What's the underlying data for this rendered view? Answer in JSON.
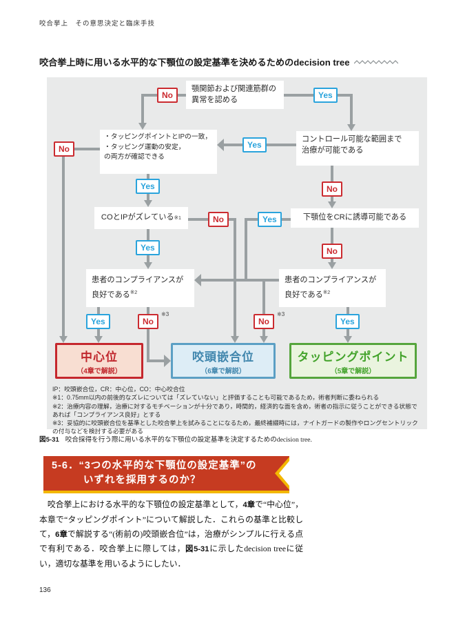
{
  "page": {
    "running_header": "咬合挙上　その意思決定と臨床手技",
    "page_number": "136"
  },
  "figure": {
    "title": "咬合挙上時に用いる水平的な下顎位の設定基準を決めるためのdecision tree",
    "caption": {
      "label": "図5-31",
      "text": "咬合採得を行う際に用いる水平的な下顎位の設定基準を決定するためのdecision tree."
    },
    "flowchart": {
      "yes_label": "Yes",
      "no_label": "No",
      "note1_sup": "※1",
      "note2_sup": "※2",
      "note3_sup": "※3",
      "nodes": {
        "tmj": "顎関節および関連筋群の\n異常を認める",
        "tapping_check": "・タッピングポイントとIPの一致，\n・タッピング運動の安定，\nの両方が確認できる",
        "control": "コントロール可能な範囲まで\n治療が可能である",
        "co_ip": "COとIPがズレている",
        "cr_guide": "下顎位をCRに誘導可能である",
        "compliance": "患者のコンプライアンスが\n良好である"
      },
      "results": [
        {
          "label": "中心位",
          "sub": "（4章で解説）"
        },
        {
          "label": "咬頭嵌合位",
          "sub": "（6章で解説）"
        },
        {
          "label": "タッピングポイント",
          "sub": "（5章で解説）"
        }
      ],
      "notes": [
        "IP：咬頭嵌合位，CR：中心位，CO：中心咬合位",
        "※1：0.75mm以内の前後的なズレについては「ズレていない」と評価することも可能であるため，術者判断に委ねられる",
        "※2：治療内容の理解，治療に対するモチベーションが十分であり，時間的，経済的な面を含め，術者の指示に従うことができる状態であれば「コンプライアンス良好」とする",
        "※3：妥協的に咬頭嵌合位を基準とした咬合挙上を試みることになるため，最終補綴時には，ナイトガードの製作やロングセントリックの付与などを検討する必要がある"
      ]
    }
  },
  "section": {
    "heading_line1": "5-6．“3つの水平的な下顎位の設定基準”の",
    "heading_line2": "いずれを採用するのか？"
  },
  "body": {
    "segments": [
      {
        "t": "　咬合挙上における水平的な下顎位の設定基準として，",
        "b": false
      },
      {
        "t": "4章",
        "b": true
      },
      {
        "t": "で“中心位”，本章で“タッピングポイント”について解説した．これらの基準と比較して，",
        "b": false
      },
      {
        "t": "6章",
        "b": true
      },
      {
        "t": "で解説する“(術前の)咬頭嵌合位”は，治療がシンプルに行える点で有利である．咬合挙上に際しては，",
        "b": false
      },
      {
        "t": "図5-31",
        "b": true
      },
      {
        "t": "に示したdecision treeに従い，適切な基準を用いるようにしたい．",
        "b": false
      }
    ]
  },
  "colors": {
    "accent_red": "#cb2a2f",
    "accent_blue": "#29a3dc",
    "connector": "#9aa0a2",
    "diagram_bg": "#e9eaea",
    "banner_red": "#c63b21",
    "banner_gold": "#f3b700",
    "r_red_b": "#c5272d",
    "r_red_bg": "#f8ded2",
    "r_red_t": "#c0272d",
    "r_blue_b": "#5b9fc4",
    "r_blue_bg": "#ddedf6",
    "r_blue_t": "#4086ad",
    "r_green_b": "#55a53c",
    "r_green_bg": "#eaf4df",
    "r_green_t": "#43a32b"
  }
}
